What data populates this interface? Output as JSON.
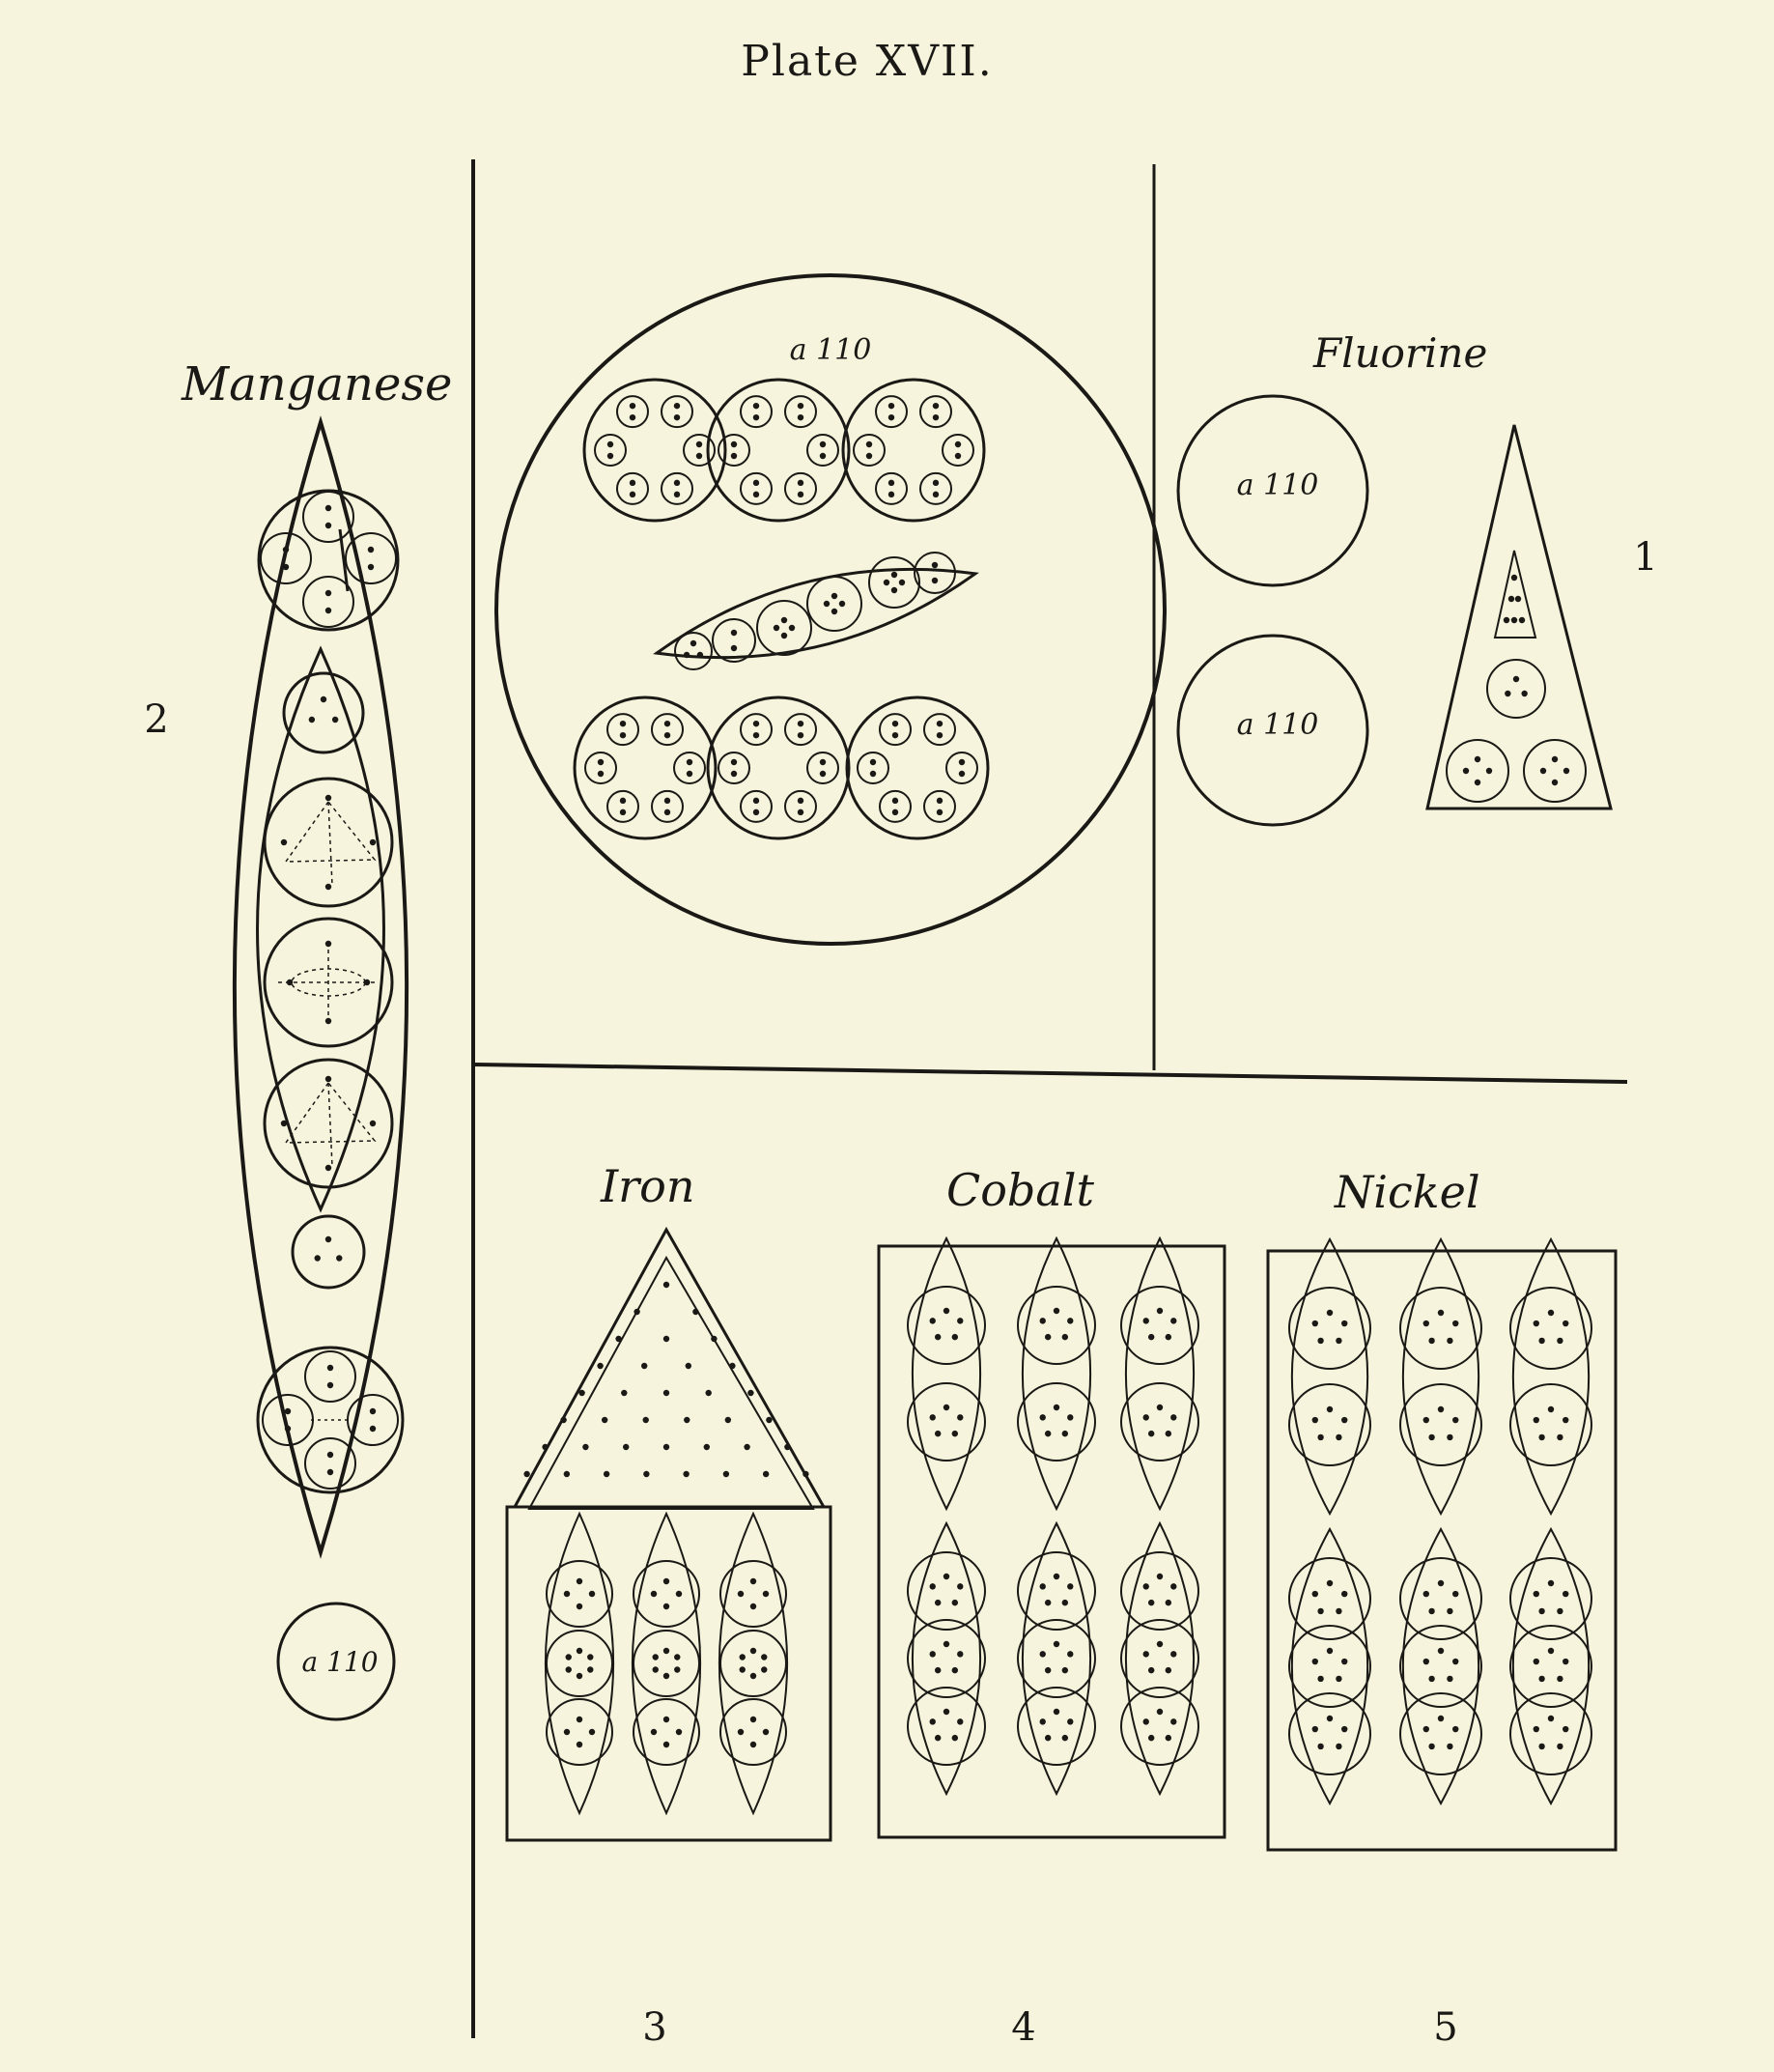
{
  "plate": {
    "title": "Plate XVII.",
    "ink": "#1a1916",
    "paper": "#f6f4dc"
  },
  "figures": [
    {
      "number": "1",
      "element": "Fluorine",
      "label": "a 110"
    },
    {
      "number": "2",
      "element": "Manganese",
      "label": "a 110"
    },
    {
      "number": "3",
      "element": "Iron"
    },
    {
      "number": "4",
      "element": "Cobalt"
    },
    {
      "number": "5",
      "element": "Nickel"
    }
  ],
  "center_panel": {
    "label": "a 110"
  }
}
